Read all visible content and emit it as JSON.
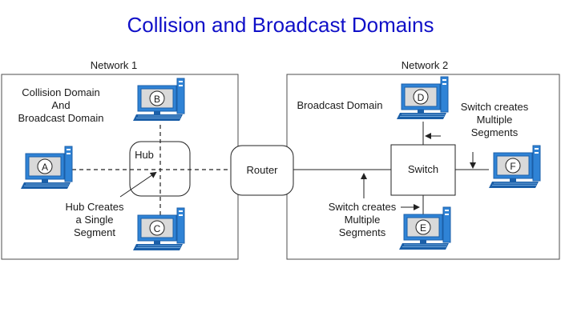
{
  "title": "Collision and Broadcast Domains",
  "colors": {
    "title": "#1010c8",
    "border": "#4d4d4d",
    "line": "#222222",
    "computer_frame": "#2f83d6",
    "computer_dark": "#1b5fa8",
    "screen": "#d9d9d9"
  },
  "network1": {
    "label": "Network 1",
    "domain_label_line1": "Collision Domain",
    "domain_label_line2": "And",
    "domain_label_line3": "Broadcast Domain",
    "hub_label": "Hub",
    "note_line1": "Hub Creates",
    "note_line2": "a Single",
    "note_line3": "Segment"
  },
  "network2": {
    "label": "Network 2",
    "domain_label": "Broadcast Domain",
    "switch_label": "Switch",
    "note_right_line1": "Switch creates",
    "note_right_line2": "Multiple",
    "note_right_line3": "Segments",
    "note_bottom_line1": "Switch creates",
    "note_bottom_line2": "Multiple",
    "note_bottom_line3": "Segments"
  },
  "router_label": "Router",
  "computers": {
    "a": "A",
    "b": "B",
    "c": "C",
    "d": "D",
    "e": "E",
    "f": "F"
  }
}
